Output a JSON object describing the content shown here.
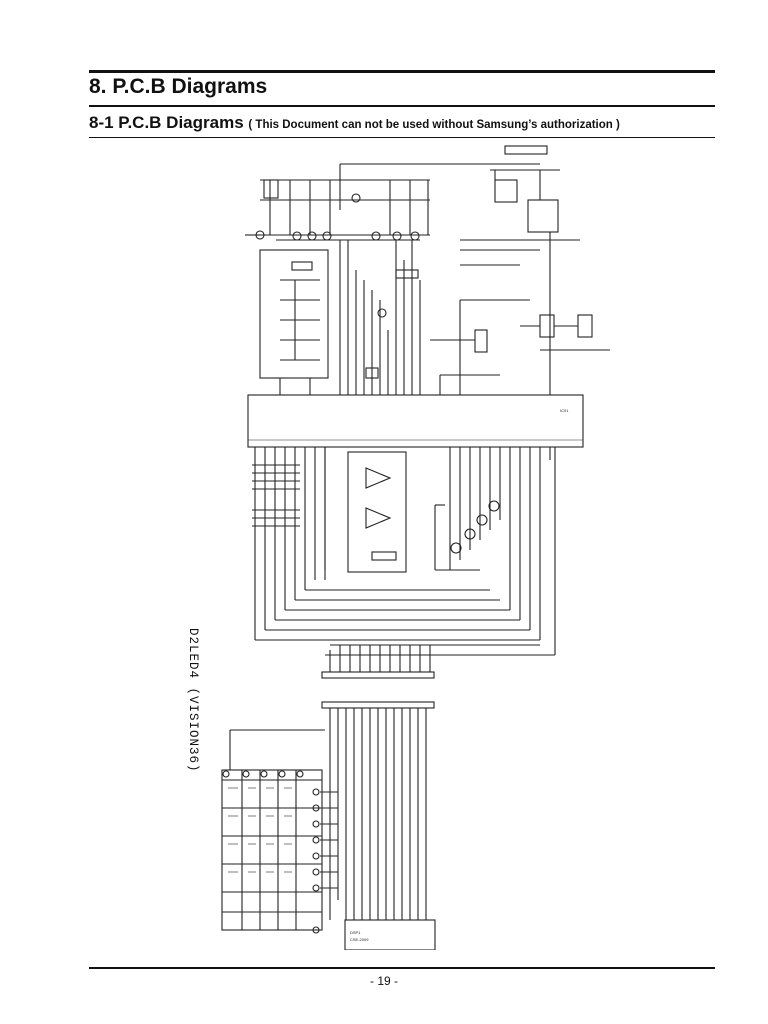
{
  "header": {
    "title": "8. P.C.B Diagrams",
    "subtitle_main": "8-1 P.C.B Diagrams",
    "subtitle_note": "( This Document can not be used without Samsung’s authorization )"
  },
  "schematic": {
    "side_label": "D2LED4 (VISION36)",
    "ic_main": "IC01",
    "display_ref": "DSP1",
    "display_part": "CSE-2009"
  },
  "footer": {
    "page_number": "- 19 -"
  }
}
